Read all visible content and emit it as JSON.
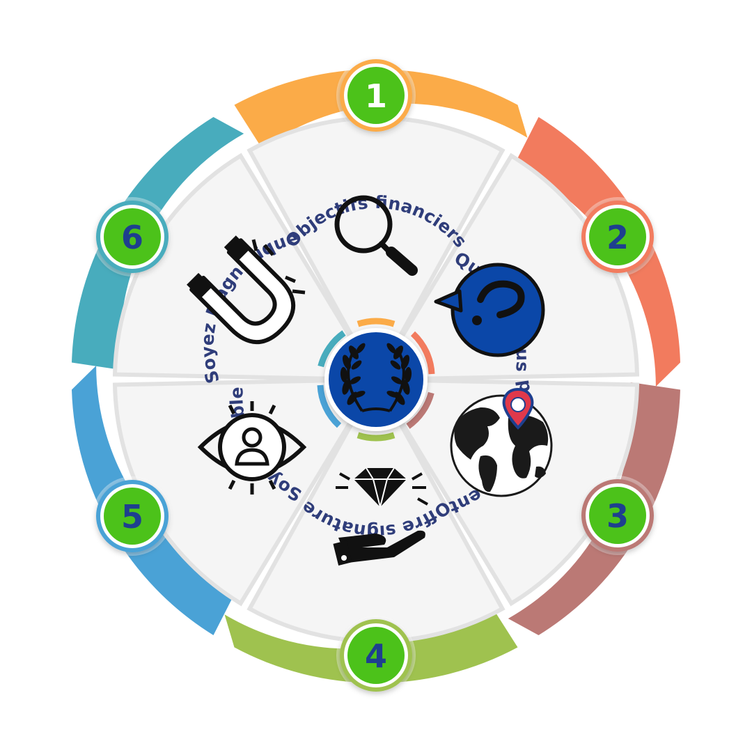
{
  "colors": {
    "background": "#ffffff",
    "wedge_fill": "#f5f5f5",
    "wedge_stroke": "#e2e2e2",
    "label_text": "#2f3d7a",
    "badge_fill": "#4cc21a",
    "badge_ring": "#ffffff",
    "center_fill": "#0b47a8",
    "center_ring": "#ffffff",
    "step1_arrow": "#fbab48",
    "step2_arrow": "#f27b5e",
    "step3_arrow": "#bb7975",
    "step4_arrow": "#9fc24f",
    "step5_arrow": "#4aa2d6",
    "step6_arrow": "#48acbd"
  },
  "center": {
    "icon": "laurel-wreath-icon"
  },
  "steps": [
    {
      "number": "1",
      "label": "Objectifs financiers",
      "icon": "magnifier-icon",
      "number_color": "#ffffff"
    },
    {
      "number": "2",
      "label": "Qui êtes-vous",
      "icon": "question-bubble-icon",
      "number_color": "#1e3f8f"
    },
    {
      "number": "3",
      "label": "positionnement",
      "icon": "globe-pin-icon",
      "number_color": "#1e3f8f"
    },
    {
      "number": "4",
      "label": "Offre signature",
      "icon": "diamond-hand-icon",
      "number_color": "#1e3f8f"
    },
    {
      "number": "5",
      "label": "Soyez visible",
      "icon": "eye-person-icon",
      "number_color": "#1e3f8f"
    },
    {
      "number": "6",
      "label": "Soyez Magnétique",
      "icon": "magnet-icon",
      "number_color": "#1e3f8f"
    }
  ]
}
